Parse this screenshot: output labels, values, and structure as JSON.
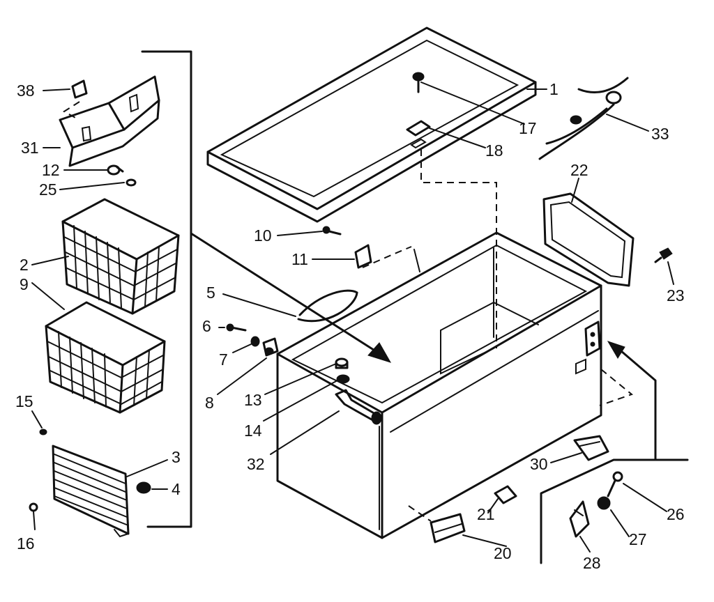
{
  "callouts": {
    "c1": "1",
    "c2": "2",
    "c3": "3",
    "c4": "4",
    "c5": "5",
    "c6": "6",
    "c7": "7",
    "c8": "8",
    "c9": "9",
    "c10": "10",
    "c11": "11",
    "c12": "12",
    "c13": "13",
    "c14": "14",
    "c15": "15",
    "c16": "16",
    "c17": "17",
    "c18": "18",
    "c20": "20",
    "c21": "21",
    "c22": "22",
    "c23": "23",
    "c25": "25",
    "c26": "26",
    "c27": "27",
    "c28": "28",
    "c30": "30",
    "c31": "31",
    "c32": "32",
    "c33": "33",
    "c38": "38"
  }
}
